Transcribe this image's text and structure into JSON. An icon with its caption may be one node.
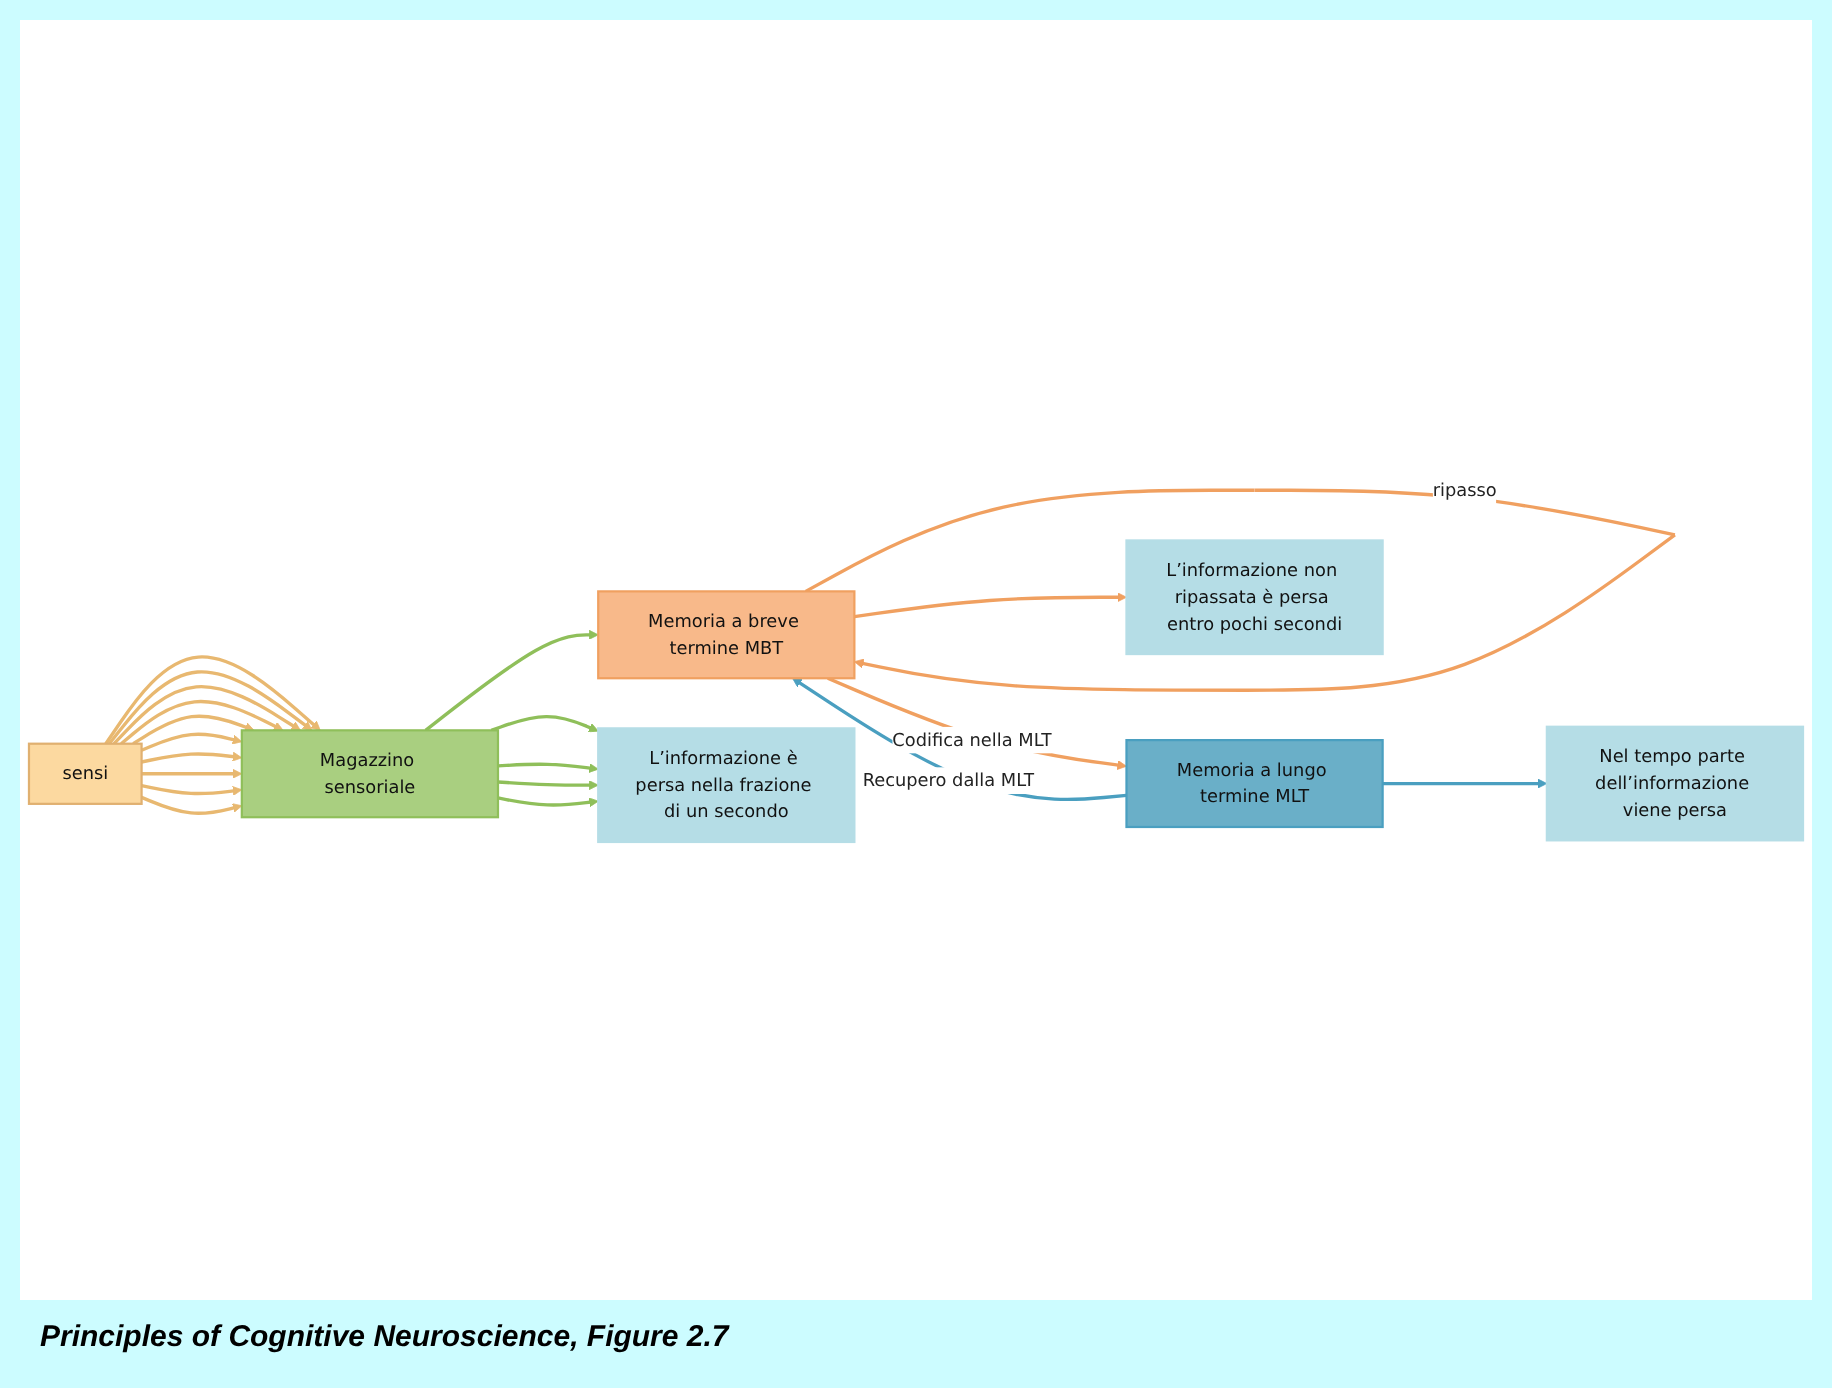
{
  "diagram": {
    "caption": "Principles of Cognitive Neuroscience, Figure 2.7",
    "nodes": [
      {
        "text": [
          "sensi"
        ]
      },
      {
        "text": [
          "Magazzino sensoriale"
        ]
      },
      {
        "text": [
          "Memoria a breve termine MBT"
        ]
      },
      {
        "text": [
          "Memoria a lungo termine MLT"
        ]
      },
      {
        "text": [
          "L’informazione è persa nella frazione di un secondo"
        ]
      },
      {
        "text": [
          "L’informazione non ripassata è persa entro pochi secondi"
        ]
      },
      {
        "text": [
          "Nel tempo parte dell’informazione viene persa"
        ]
      }
    ],
    "edges": [
      {
        "from": 0,
        "to": 1,
        "arrow": "to"
      },
      {
        "from": 0,
        "to": 1,
        "arrow": "to"
      },
      {
        "from": 0,
        "to": 1,
        "arrow": "to"
      },
      {
        "from": 0,
        "to": 1,
        "arrow": "to"
      },
      {
        "from": 0,
        "to": 1,
        "arrow": "to"
      },
      {
        "from": 0,
        "to": 1,
        "arrow": "to"
      },
      {
        "from": 0,
        "to": 1,
        "arrow": "to"
      },
      {
        "from": 0,
        "to": 1,
        "arrow": "to"
      },
      {
        "from": 0,
        "to": 1,
        "arrow": "to"
      },
      {
        "from": 0,
        "to": 1,
        "arrow": "to"
      },
      {
        "from": 1,
        "to": 2,
        "arrow": "to",
        "color": "#8fbf5a"
      },
      {
        "from": 2,
        "to": 2,
        "arrow": "to",
        "label": "ripasso",
        "color": "#f0a060"
      },
      {
        "from": 2,
        "to": 3,
        "arrow": "to",
        "label": "Codifica nella MLT",
        "color": "#f0a060"
      },
      {
        "from": 3,
        "to": 2,
        "arrow": "to",
        "label": "Recupero dalla MLT",
        "color": "#4a9fc0"
      },
      {
        "from": 1,
        "to": 4,
        "arrow": "to",
        "color": "#8fbf5a"
      },
      {
        "from": 1,
        "to": 4,
        "arrow": "to",
        "color": "#8fbf5a"
      },
      {
        "from": 1,
        "to": 4,
        "arrow": "to",
        "color": "#8fbf5a"
      },
      {
        "from": 1,
        "to": 4,
        "arrow": "to",
        "color": "#8fbf5a"
      },
      {
        "from": 2,
        "to": 5,
        "arrow": "to",
        "color": "#f0a060"
      },
      {
        "from": 3,
        "to": 6,
        "arrow": "to",
        "color": "#4a9fc0"
      }
    ]
  }
}
